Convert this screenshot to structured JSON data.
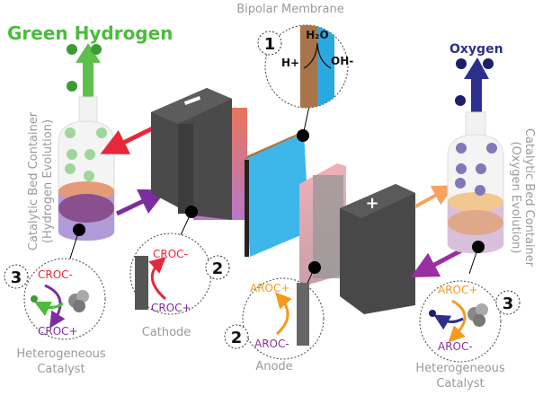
{
  "title_hydrogen": "Green Hydrogen",
  "title_oxygen": "Oxygen",
  "bipolar_membrane": {
    "label": "Bipolar Membrane",
    "step": "1",
    "water": "H₂O",
    "proton": "H+",
    "hydroxide": "OH-"
  },
  "hydrogen_container": {
    "line1": "Catalytic Bed Container",
    "line2": "(Hydrogen Evolution)"
  },
  "oxygen_container": {
    "line1": "Catalytic Bed Container",
    "line2": "(Oxygen Evolution)"
  },
  "cathode": {
    "label": "Cathode",
    "step": "2",
    "top": "CROC-",
    "bottom": "CROC+",
    "polarity": "−"
  },
  "anode": {
    "label": "Anode",
    "step": "2",
    "top": "AROC+",
    "bottom": "AROC-",
    "polarity": "+"
  },
  "h_catalyst": {
    "label1": "Heterogeneous",
    "label2": "Catalyst",
    "step": "3",
    "top": "CROC-",
    "bottom": "CROC+"
  },
  "o_catalyst": {
    "label1": "Heterogeneous",
    "label2": "Catalyst",
    "step": "3",
    "top": "AROC+",
    "bottom": "AROC-"
  },
  "colors": {
    "hydrogen": "#4cbc3e",
    "oxygen": "#2e2f8c",
    "croc_minus": "#e8283a",
    "croc_plus": "#7b2f9e",
    "aroc_plus": "#f59a1e",
    "aroc_minus": "#8e2e9c",
    "membrane_blue": "#3db6ea",
    "membrane_brown": "#a8744a"
  }
}
